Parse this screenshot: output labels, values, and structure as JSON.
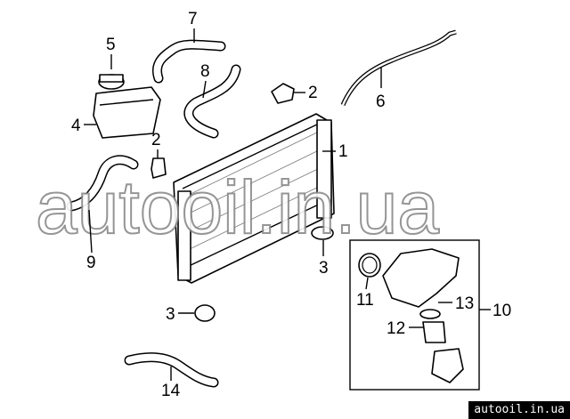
{
  "diagram": {
    "callouts": {
      "c7": "7",
      "c5": "5",
      "c8": "8",
      "c2a": "2",
      "c6": "6",
      "c4": "4",
      "c2b": "2",
      "c1": "1",
      "c9": "9",
      "c3a": "3",
      "c11": "11",
      "c13": "13",
      "c10": "10",
      "c12": "12",
      "c3b": "3",
      "c14": "14"
    },
    "watermark": "autooil.in.ua",
    "site_badge": "autooil.in.ua"
  }
}
